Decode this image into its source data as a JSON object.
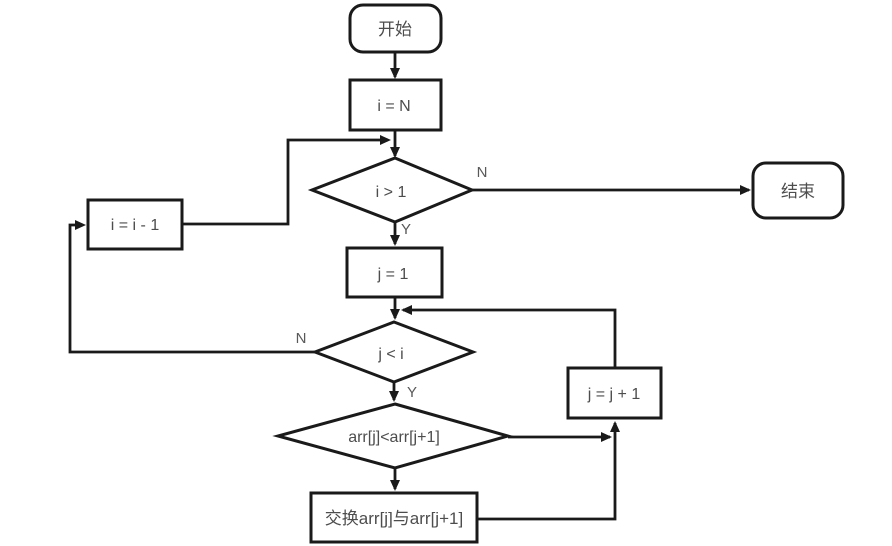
{
  "flowchart": {
    "title": "bubble-sort-flowchart",
    "nodes": {
      "start": {
        "label": "开始",
        "type": "terminator"
      },
      "set_i_n": {
        "label": "i = N",
        "type": "process"
      },
      "i_gt_1": {
        "label": "i > 1",
        "type": "decision"
      },
      "end": {
        "label": "结束",
        "type": "terminator"
      },
      "set_j_1": {
        "label": "j = 1",
        "type": "process"
      },
      "j_lt_i": {
        "label": "j < i",
        "type": "decision"
      },
      "arr_compare": {
        "label": "arr[j]<arr[j+1]",
        "type": "decision"
      },
      "swap": {
        "label": "交换arr[j]与arr[j+1]",
        "type": "process"
      },
      "inc_j": {
        "label": "j = j + 1",
        "type": "process"
      },
      "dec_i": {
        "label": "i = i - 1",
        "type": "process"
      }
    },
    "branch_labels": {
      "i_gt_1_no": "N",
      "i_gt_1_yes": "Y",
      "j_lt_i_no": "N",
      "j_lt_i_yes": "Y"
    },
    "colors": {
      "stroke": "#1a1a1a",
      "node_fill": "#ffffff",
      "label_text": "#4d4d4d",
      "branch_text": "#595959",
      "background": "#ffffff"
    }
  }
}
